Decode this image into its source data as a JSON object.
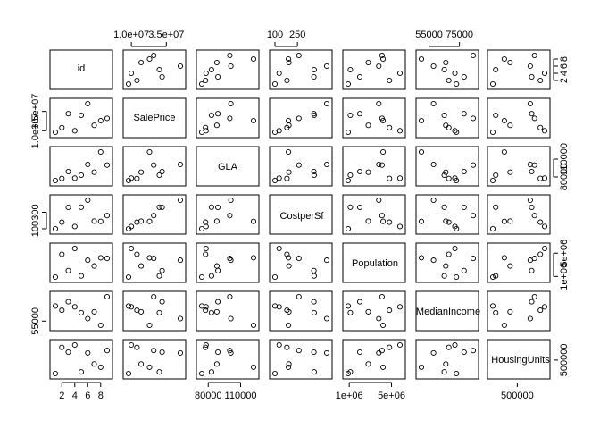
{
  "chart_data": {
    "type": "scatter",
    "variables": [
      "id",
      "SalePrice",
      "GLA",
      "CostperSf",
      "Population",
      "MedianIncome",
      "HousingUnits"
    ],
    "observations": {
      "id": [
        1,
        2,
        3,
        4,
        5,
        6,
        7,
        8,
        9
      ],
      "SalePrice": [
        8000000,
        14000000,
        32000000,
        10000000,
        30000000,
        45000000,
        17000000,
        23000000,
        26000000
      ],
      "GLA": [
        74000,
        77500,
        89000,
        78000,
        83000,
        101000,
        88000,
        122000,
        100000
      ],
      "CostperSf": [
        100,
        180,
        360,
        128,
        362,
        446,
        193,
        190,
        260
      ],
      "Population": [
        900000,
        4800000,
        2000000,
        5800000,
        1100000,
        3800000,
        2800000,
        4200000,
        4100000
      ],
      "MedianIncome": [
        73000,
        68000,
        78000,
        72000,
        65000,
        58000,
        66000,
        50000,
        84000
      ],
      "HousingUnits": [
        330000,
        660000,
        600000,
        690000,
        350000,
        590000,
        450000,
        410000,
        620000
      ]
    },
    "axis_ticks": {
      "id": {
        "labels": [
          "2",
          "4",
          "6",
          "8"
        ],
        "values": [
          2,
          4,
          6,
          8
        ]
      },
      "SalePrice": {
        "labels": [
          "1.0e+07",
          "3.5e+07"
        ],
        "values": [
          10000000,
          35000000
        ]
      },
      "GLA": {
        "labels": [
          "80000",
          "110000"
        ],
        "values": [
          80000,
          110000
        ]
      },
      "CostperSf": {
        "labels": [
          "100",
          "300"
        ],
        "values": [
          100,
          300
        ]
      },
      "CostperSfTop": {
        "labels": [
          "100",
          "250"
        ],
        "values": [
          100,
          250
        ]
      },
      "Population": {
        "labels": [
          "1e+06",
          "5e+06"
        ],
        "values": [
          1000000,
          5000000
        ]
      },
      "MedianIncome": {
        "labels": [
          "55000",
          "75000"
        ],
        "values": [
          55000,
          75000
        ]
      },
      "MedianIncomeLeft": {
        "labels": [
          "55000"
        ],
        "values": [
          55000
        ]
      },
      "HousingUnits": {
        "labels": [
          "500000"
        ],
        "values": [
          500000
        ]
      }
    },
    "grid": false,
    "legend": "none"
  }
}
